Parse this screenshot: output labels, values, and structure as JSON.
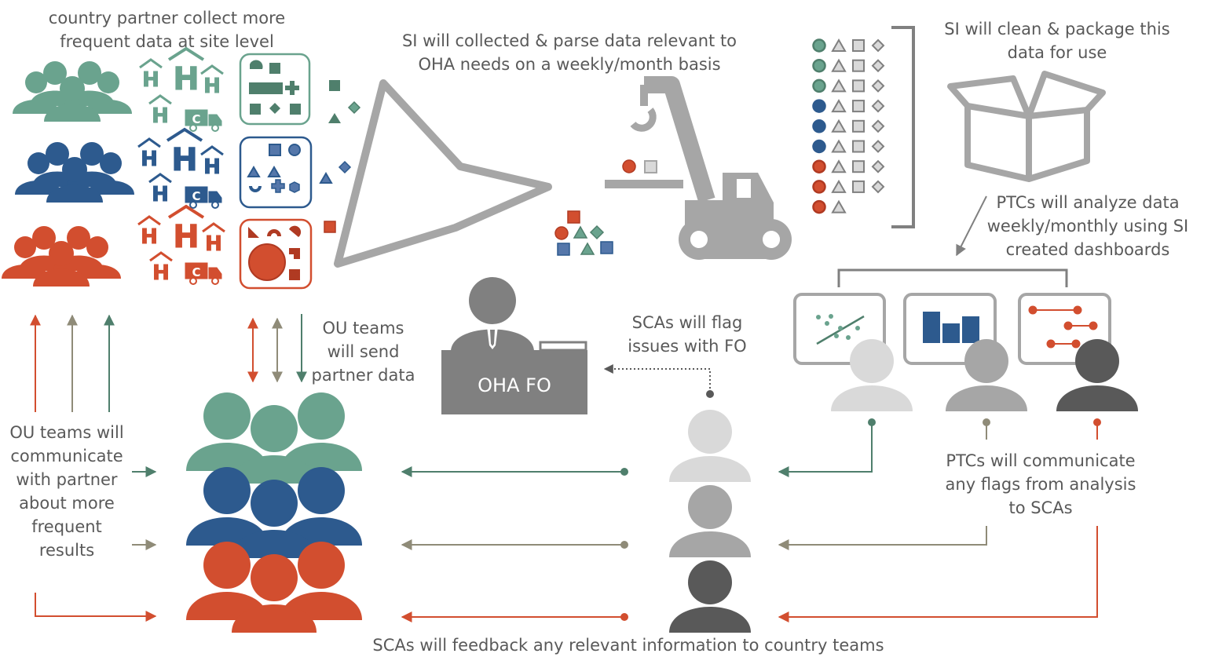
{
  "colors": {
    "green": "#6aa38e",
    "blue": "#2d5a8e",
    "red": "#d24e2f",
    "gray": "#a6a6a6",
    "darkgray": "#808080",
    "lightgray": "#d9d9d9",
    "charcoal": "#595959",
    "tan": "#8f8b78",
    "text": "#595959"
  },
  "labels": {
    "collect": "country partner collect more frequent data at site level",
    "si_parse": "SI will collected & parse data relevant to OHA needs on a weekly/month basis",
    "si_clean": "SI will clean & package this data for use",
    "ptc_analyze": "PTCs will analyze data weekly/monthly using SI created dashboards",
    "ou_send": "OU teams will send partner data",
    "sca_flag": "SCAs will flag issues with FO",
    "ou_communicate": "OU teams will communicate with partner about more frequent results",
    "ptc_communicate": "PTCs will communicate any flags from analysis to SCAs",
    "sca_feedback": "SCAs will feedback any relevant information to country teams",
    "fo_box": "OHA FO"
  },
  "icons": [
    "people-group-icon",
    "health-facility-icon",
    "truck-icon",
    "data-shapes-icon",
    "funnel-icon",
    "crane-icon",
    "box-icon",
    "bracket-icon",
    "person-icon",
    "scatter-chart-icon",
    "bar-chart-icon",
    "dot-plot-icon",
    "desk-icon"
  ]
}
